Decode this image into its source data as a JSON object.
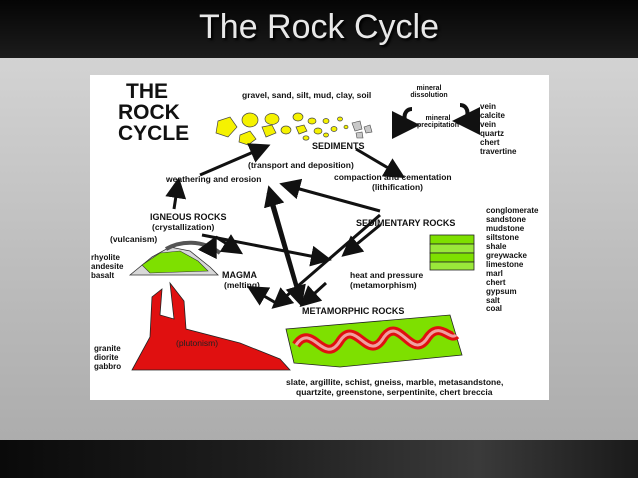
{
  "slide": {
    "title": "The Rock Cycle"
  },
  "figure": {
    "heading": [
      "THE",
      "ROCK",
      "CYCLE"
    ],
    "labels": {
      "sediment_types": "gravel, sand, silt, mud, clay, soil",
      "sediments": "SEDIMENTS",
      "mineral_dissolution": "mineral dissolution",
      "mineral_precipitation": "mineral precipitation",
      "transport": "(transport and deposition)",
      "weathering": "weathering and erosion",
      "compaction": "compaction and cementation",
      "lithification": "(lithification)",
      "igneous": "IGNEOUS ROCKS",
      "crystallization": "(crystallization)",
      "vulcanism": "(vulcanism)",
      "sedimentary": "SEDIMENTARY ROCKS",
      "magma": "MAGMA",
      "melting": "(melting)",
      "heat_pressure": "heat and pressure",
      "metamorphism": "(metamorphism)",
      "metamorphic": "METAMORPHIC ROCKS",
      "plutonism": "(plutonism)"
    },
    "lists": {
      "precipitates": [
        "vein",
        "calcite",
        "vein",
        "quartz",
        "chert",
        "travertine"
      ],
      "volcanic": [
        "rhyolite",
        "andesite",
        "basalt"
      ],
      "plutonic": [
        "granite",
        "diorite",
        "gabbro"
      ],
      "sedimentary": [
        "conglomerate",
        "sandstone",
        "mudstone",
        "siltstone",
        "shale",
        "greywacke",
        "limestone",
        "marl",
        "chert",
        "gypsum",
        "salt",
        "coal"
      ],
      "metamorphic_line1": "slate, argillite, schist, gneiss, marble, metasandstone,",
      "metamorphic_line2": "quartzite, greenstone, serpentinite, chert breccia"
    },
    "colors": {
      "sediment_yellow": "#f5f200",
      "green": "#7ee000",
      "red": "#e01010",
      "pink": "#f08080",
      "gray_rock": "#b8b8b8"
    }
  }
}
